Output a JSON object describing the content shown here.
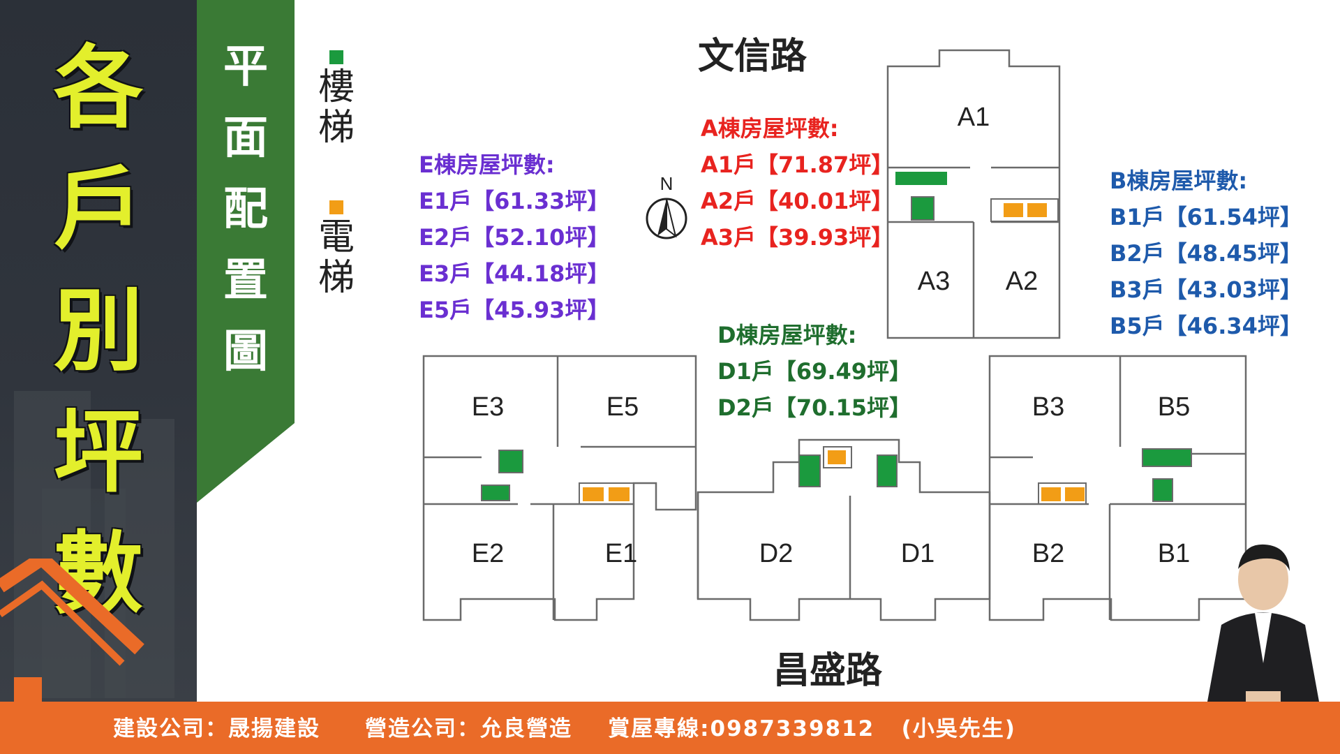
{
  "header": {
    "main_title": [
      "各",
      "戶",
      "別",
      "坪",
      "數"
    ],
    "sub_title": [
      "平",
      "面",
      "配",
      "置",
      "圖"
    ]
  },
  "legend": [
    {
      "label": [
        "樓",
        "梯"
      ],
      "color": "#1b9a3e",
      "icon": "stairs-icon"
    },
    {
      "label": [
        "電",
        "梯"
      ],
      "color": "#f29d16",
      "icon": "elevator-icon"
    }
  ],
  "roads": {
    "north": "文信路",
    "south": "昌盛路"
  },
  "compass": {
    "label": "N"
  },
  "units": {
    "A1": "A1",
    "A2": "A2",
    "A3": "A3",
    "B1": "B1",
    "B2": "B2",
    "B3": "B3",
    "B5": "B5",
    "D1": "D1",
    "D2": "D2",
    "E1": "E1",
    "E2": "E2",
    "E3": "E3",
    "E5": "E5"
  },
  "info": {
    "A": {
      "title": "A棟房屋坪數:",
      "color": "#e8231f",
      "lines": [
        "A1戶【71.87坪】",
        "A2戶【40.01坪】",
        "A3戶【39.93坪】"
      ]
    },
    "B": {
      "title": "B棟房屋坪數:",
      "color": "#1e5aab",
      "lines": [
        "B1戶【61.54坪】",
        "B2戶【48.45坪】",
        "B3戶【43.03坪】",
        "B5戶【46.34坪】"
      ]
    },
    "D": {
      "title": "D棟房屋坪數:",
      "color": "#1f6e2e",
      "lines": [
        "D1戶【69.49坪】",
        "D2戶【70.15坪】"
      ]
    },
    "E": {
      "title": "E棟房屋坪數:",
      "color": "#6a2fd1",
      "lines": [
        "E1戶【61.33坪】",
        "E2戶【52.10坪】",
        "E3戶【44.18坪】",
        "E5戶【45.93坪】"
      ]
    }
  },
  "footer": {
    "text": "建設公司：晟揚建設     營造公司：允良營造    賞屋專線:0987339812   (小吳先生)"
  },
  "colors": {
    "accent_yellow": "#e3ef2c",
    "green_band": "#3a7a35",
    "orange_bar": "#ea6b28"
  }
}
